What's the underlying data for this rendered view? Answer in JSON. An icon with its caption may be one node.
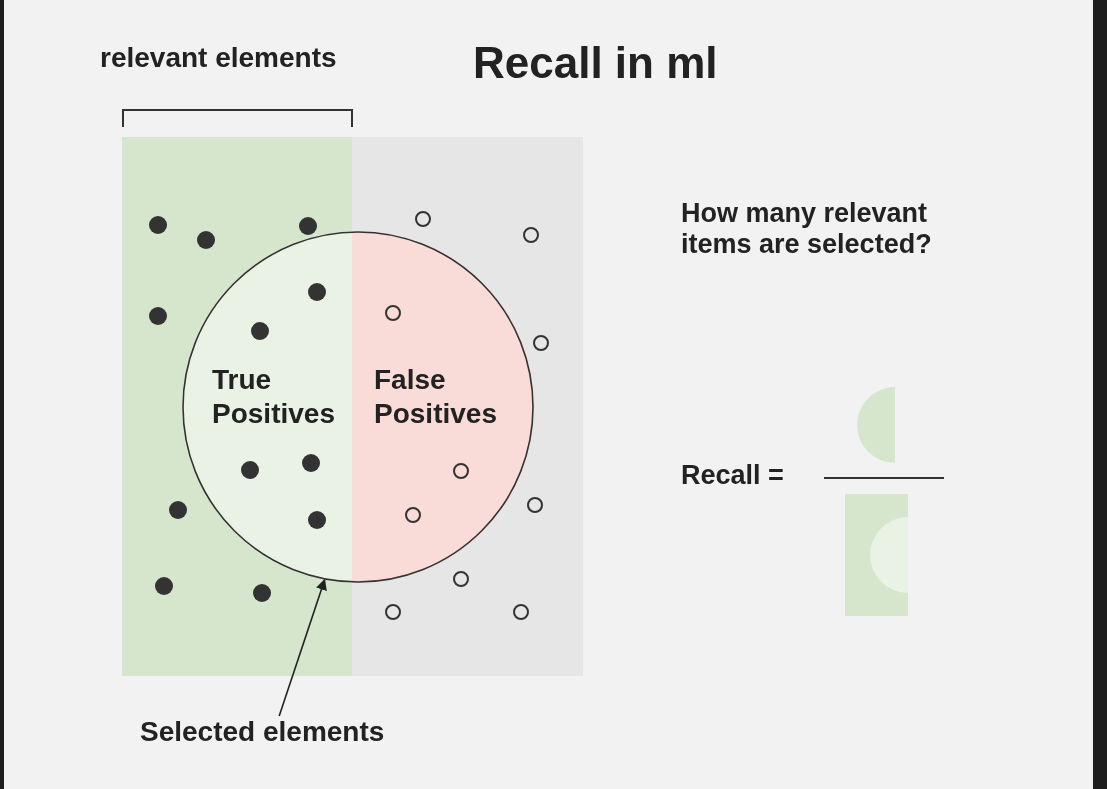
{
  "diagram": {
    "title": "Recall in ml",
    "nodes": [
      {
        "text": [
          "Selected elements"
        ]
      },
      {
        "text": [
          "True Positives",
          "False Positives"
        ]
      }
    ],
    "edges": [
      {
        "from": 0,
        "to": 1,
        "arrow": "to"
      }
    ],
    "labels": [
      "relevant elements",
      "How many relevant items are selected?",
      "Recall ="
    ]
  }
}
